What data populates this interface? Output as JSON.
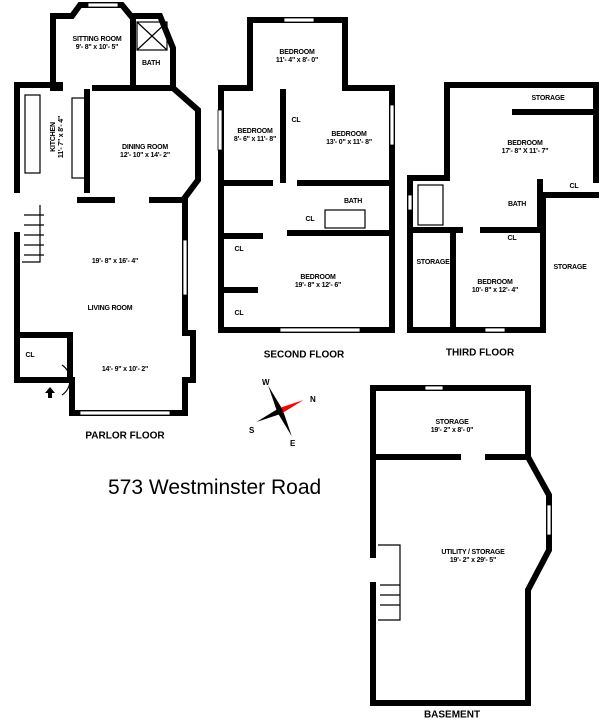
{
  "title": "573 Westminster Road",
  "floors": {
    "parlor": {
      "label": "PARLOR FLOOR",
      "rooms": [
        {
          "name": "SITTING ROOM",
          "dims": "9'- 8\" x 10'- 5\""
        },
        {
          "name": "BATH",
          "dims": ""
        },
        {
          "name": "KITCHEN",
          "dims": "11'- 7\" x 8'- 4\""
        },
        {
          "name": "DINING ROOM",
          "dims": "12'- 10\" x 14'- 2\""
        },
        {
          "name": "LIVING ROOM",
          "dims": "19'- 8\" x 16'- 4\"",
          "dims2": "14'- 9\" x 10'- 2\""
        },
        {
          "name": "CL",
          "dims": ""
        }
      ]
    },
    "second": {
      "label": "SECOND FLOOR",
      "rooms": [
        {
          "name": "BEDROOM",
          "dims": "11'- 4\" x 8'- 0\""
        },
        {
          "name": "BEDROOM",
          "dims": "8'- 6\" x 11'- 8\""
        },
        {
          "name": "BEDROOM",
          "dims": "13'- 0\" x 11'- 8\""
        },
        {
          "name": "BEDROOM",
          "dims": "19'- 8\" x 12'- 6\""
        },
        {
          "name": "BATH",
          "dims": ""
        },
        {
          "name": "CL",
          "dims": ""
        }
      ]
    },
    "third": {
      "label": "THIRD FLOOR",
      "rooms": [
        {
          "name": "STORAGE",
          "dims": ""
        },
        {
          "name": "BEDROOM",
          "dims": "17'- 8\" X 11'- 7\""
        },
        {
          "name": "BATH",
          "dims": ""
        },
        {
          "name": "CL",
          "dims": ""
        },
        {
          "name": "STORAGE",
          "dims": ""
        },
        {
          "name": "BEDROOM",
          "dims": "10'- 8\" x 12'- 4\""
        },
        {
          "name": "STORAGE",
          "dims": ""
        }
      ]
    },
    "basement": {
      "label": "BASEMENT",
      "rooms": [
        {
          "name": "STORAGE",
          "dims": "19'- 2\" x 8'- 0\""
        },
        {
          "name": "UTILITY / STORAGE",
          "dims": "19'- 2\" x 29'- 5\""
        }
      ]
    }
  },
  "compass": {
    "n": "N",
    "s": "S",
    "e": "E",
    "w": "W",
    "north_color": "#ff0000"
  }
}
